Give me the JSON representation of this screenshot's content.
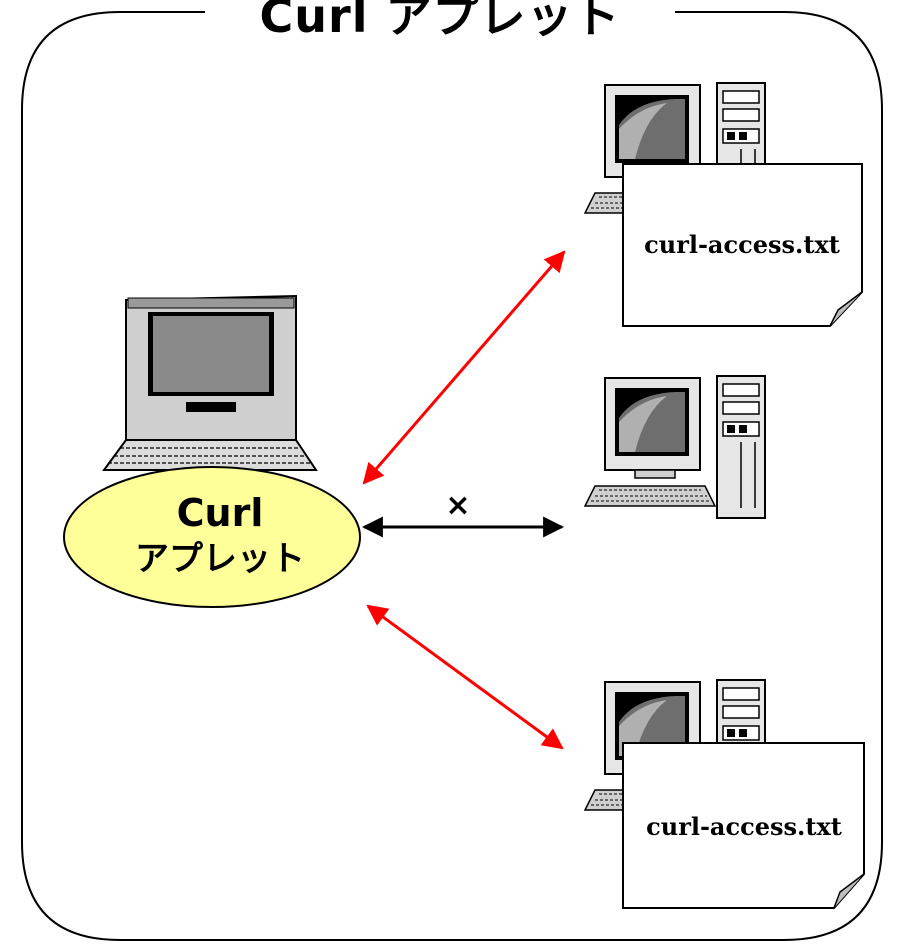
{
  "title": "Curl アプレット",
  "client": {
    "device": "laptop-icon",
    "bubble_line1": "Curl",
    "bubble_line2": "アプレット",
    "bubble_color": "#FFFF99"
  },
  "servers": [
    {
      "device": "desktop-computer-icon",
      "file": "curl-access.txt",
      "connection": "allowed"
    },
    {
      "device": "desktop-computer-icon",
      "connection": "blocked",
      "blocked_mark": "×"
    },
    {
      "device": "desktop-computer-icon",
      "file": "curl-access.txt",
      "connection": "allowed"
    }
  ],
  "colors": {
    "allowed_arrow": "#FF0000",
    "blocked_arrow": "#000000",
    "frame": "#000000"
  }
}
